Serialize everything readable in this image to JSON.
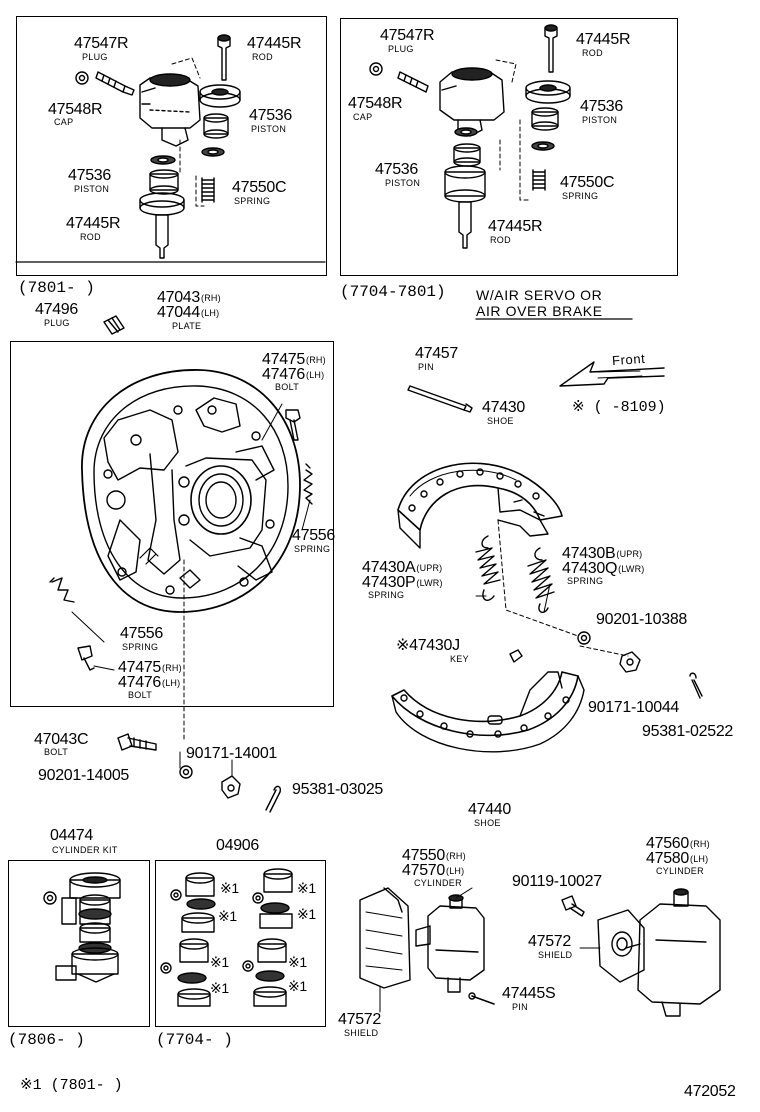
{
  "boxes": {
    "b1_range": "(7801-       )",
    "b2_range": "(7704-7801)",
    "note_line1": "W/AIR SERVO OR",
    "note_line2": "AIR OVER BRAKE",
    "b4_range": "(7806-       )",
    "b5_range": "(7704-       )"
  },
  "front_label": "Front",
  "mark_note": "※ (        -8109)",
  "footnote": "※1 (7801-        )",
  "diagram_id": "472052",
  "parts": {
    "p1": "47547R",
    "p1s": "PLUG",
    "p2": "47445R",
    "p2s": "ROD",
    "p3": "47548R",
    "p3s": "CAP",
    "p4": "47536",
    "p4s": "PISTON",
    "p5": "47536",
    "p5s": "PISTON",
    "p6": "47550C",
    "p6s": "SPRING",
    "p7": "47445R",
    "p7s": "ROD",
    "q1": "47547R",
    "q1s": "PLUG",
    "q2": "47445R",
    "q2s": "ROD",
    "q3": "47548R",
    "q3s": "CAP",
    "q4": "47536",
    "q4s": "PISTON",
    "q5": "47536",
    "q5s": "PISTON",
    "q6": "47550C",
    "q6s": "SPRING",
    "q7": "47445R",
    "q7s": "ROD",
    "r1": "47496",
    "r1s": "PLUG",
    "r2a": "47043",
    "r2ah": "(RH)",
    "r2b": "47044",
    "r2bh": "(LH)",
    "r2s": "PLATE",
    "r3a": "47475",
    "r3ah": "(RH)",
    "r3b": "47476",
    "r3bh": "(LH)",
    "r3s": "BOLT",
    "r4": "47556",
    "r4s": "SPRING",
    "r5": "47556",
    "r5s": "SPRING",
    "r6a": "47475",
    "r6ah": "(RH)",
    "r6b": "47476",
    "r6bh": "(LH)",
    "r6s": "BOLT",
    "s1": "47457",
    "s1s": "PIN",
    "s2": "47430",
    "s2s": "SHOE",
    "s3a": "47430A",
    "s3ah": "(UPR)",
    "s3b": "47430P",
    "s3bh": "(LWR)",
    "s3s": "SPRING",
    "s4a": "47430B",
    "s4ah": "(UPR)",
    "s4b": "47430Q",
    "s4bh": "(LWR)",
    "s4s": "SPRING",
    "s5": "90201-10388",
    "s6": "※47430J",
    "s6s": "KEY",
    "s7": "90171-10044",
    "s8": "95381-02522",
    "s9": "47440",
    "s9s": "SHOE",
    "t1": "47043C",
    "t1s": "BOLT",
    "t2": "90171-14001",
    "t3": "90201-14005",
    "t4": "95381-03025",
    "u1": "04474",
    "u1s": "CYLINDER KIT",
    "u2": "04906",
    "m1": "※1",
    "m2": "※1",
    "m3": "※1",
    "m4": "※1",
    "m5": "※1",
    "m6": "※1",
    "m7": "※1",
    "m8": "※1",
    "v1a": "47550",
    "v1ah": "(RH)",
    "v1b": "47570",
    "v1bh": "(LH)",
    "v1s": "CYLINDER",
    "v2": "47572",
    "v2s": "SHIELD",
    "v3": "47445S",
    "v3s": "PIN",
    "v4": "90119-10027",
    "v5a": "47560",
    "v5ah": "(RH)",
    "v5b": "47580",
    "v5bh": "(LH)",
    "v5s": "CYLINDER",
    "v6": "47572",
    "v6s": "SHIELD"
  }
}
